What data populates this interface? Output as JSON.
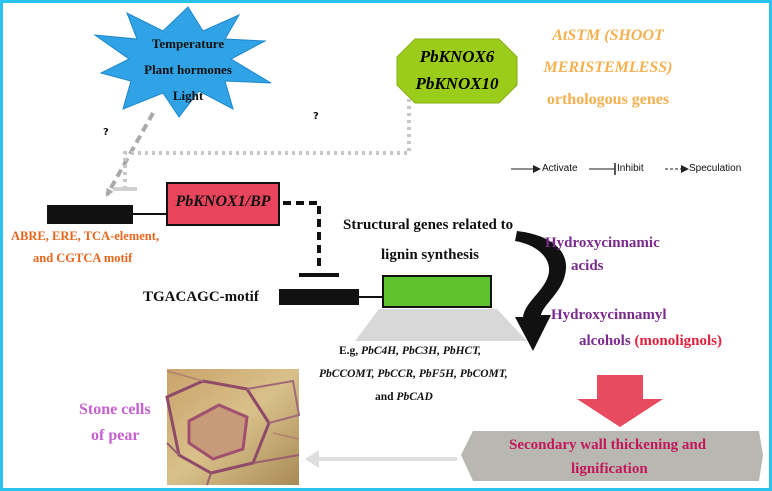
{
  "factors": {
    "line1": "Temperature",
    "line2": "Plant hormones",
    "line3": "Light"
  },
  "knox_box": {
    "line1": "PbKNOX6",
    "line2": "PbKNOX10"
  },
  "orthologs": {
    "line1": "AtSTM (SHOOT",
    "line2": "MERISTEMLESS)",
    "line3": "orthologous genes"
  },
  "question_marks": {
    "left": "?",
    "right": "?"
  },
  "legend": {
    "activate": "Activate",
    "inhibit": "Inhibit",
    "speculation": "Speculation"
  },
  "main_gene": "PbKNOX1/BP",
  "promoter_motifs": {
    "line1": "ABRE, ERE, TCA-element,",
    "line2": "and CGTCA motif"
  },
  "target_motif": "TGACAGC-motif",
  "structural": {
    "line1": "Structural genes related to",
    "line2": "lignin synthesis"
  },
  "examples": {
    "line1_prefix": "E.g, ",
    "line1_genes": "PbC4H, PbC3H, PbHCT,",
    "line2_genes": "PbCCOMT, PbCCR, PbF5H, PbCOMT,",
    "line3_prefix": "and ",
    "line3_gene": "PbCAD"
  },
  "pathway": {
    "step1_line1": "Hydroxycinnamic",
    "step1_line2": "acids",
    "step2_line1": "Hydroxycinnamyl",
    "step2_line2": "alcohols",
    "step2_note": "(monolignols)"
  },
  "outcome": {
    "line1": "Secondary wall thickening and",
    "line2": "lignification"
  },
  "stone_cells": {
    "line1": "Stone cells",
    "line2": "of pear"
  },
  "colors": {
    "border": "#29c3ee",
    "star": "#2fa3e6",
    "octagon": "#9ccc1a",
    "knox1_box": "#e8445c",
    "structural_box": "#5dc22c",
    "down_arrow": "#e84a5f",
    "secondary_wall": "#b8b8b0",
    "orange_text": "#e8661c",
    "purple_text": "#7a2a8c",
    "pink_text": "#c65fd0",
    "crimson_text": "#c2185b"
  }
}
